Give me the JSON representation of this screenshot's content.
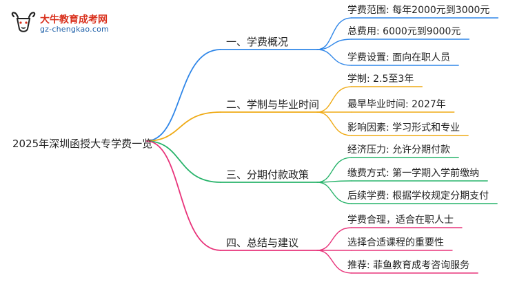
{
  "logo": {
    "title": "大牛教育成考网",
    "url": "gz-chengkao.com",
    "mark_icon": "bull-head-icon",
    "colors": {
      "title": "#d9301c",
      "url": "#1d5fa8"
    }
  },
  "root": {
    "label": "2025年深圳函授大专学费一览"
  },
  "branches": [
    {
      "label": "一、学费概况",
      "color": "#2f86e8",
      "leaves": [
        "学费范围: 每年2000元到3000元",
        "总费用: 6000元到9000元",
        "学费设置: 面向在职人员"
      ]
    },
    {
      "label": "二、学制与毕业时间",
      "color": "#efaa14",
      "leaves": [
        "学制: 2.5至3年",
        "最早毕业时间: 2027年",
        "影响因素: 学习形式和专业"
      ]
    },
    {
      "label": "三、分期付款政策",
      "color": "#27b36a",
      "leaves": [
        "经济压力: 允许分期付款",
        "缴费方式: 第一学期入学前缴纳",
        "后续学费: 根据学校规定分期支付"
      ]
    },
    {
      "label": "四、总结与建议",
      "color": "#e8337a",
      "leaves": [
        "学费合理，适合在职人士",
        "选择合适课程的重要性",
        "推荐: 菲鱼教育成考咨询服务"
      ]
    }
  ]
}
